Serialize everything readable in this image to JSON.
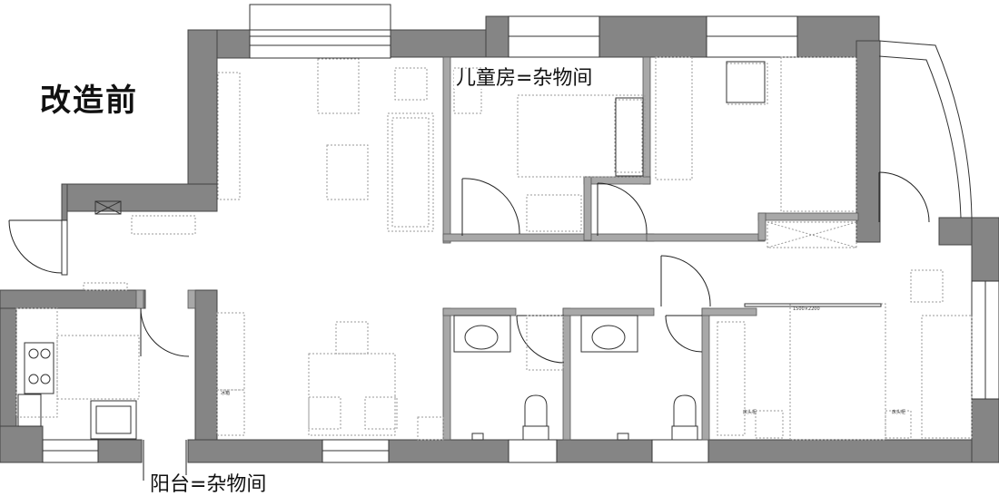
{
  "title": "改造前",
  "rooms": {
    "kids_room": "儿童房=杂物间",
    "balcony": "阳台=杂物间"
  },
  "furniture_labels": {
    "bed_size": "1500×2200",
    "nightstand_left": "床头柜",
    "nightstand_right": "床头柜",
    "fridge": "冰箱"
  },
  "colors": {
    "wall": "#858585",
    "line": "#222222",
    "furniture": "#9a9a9a",
    "background": "#ffffff"
  }
}
